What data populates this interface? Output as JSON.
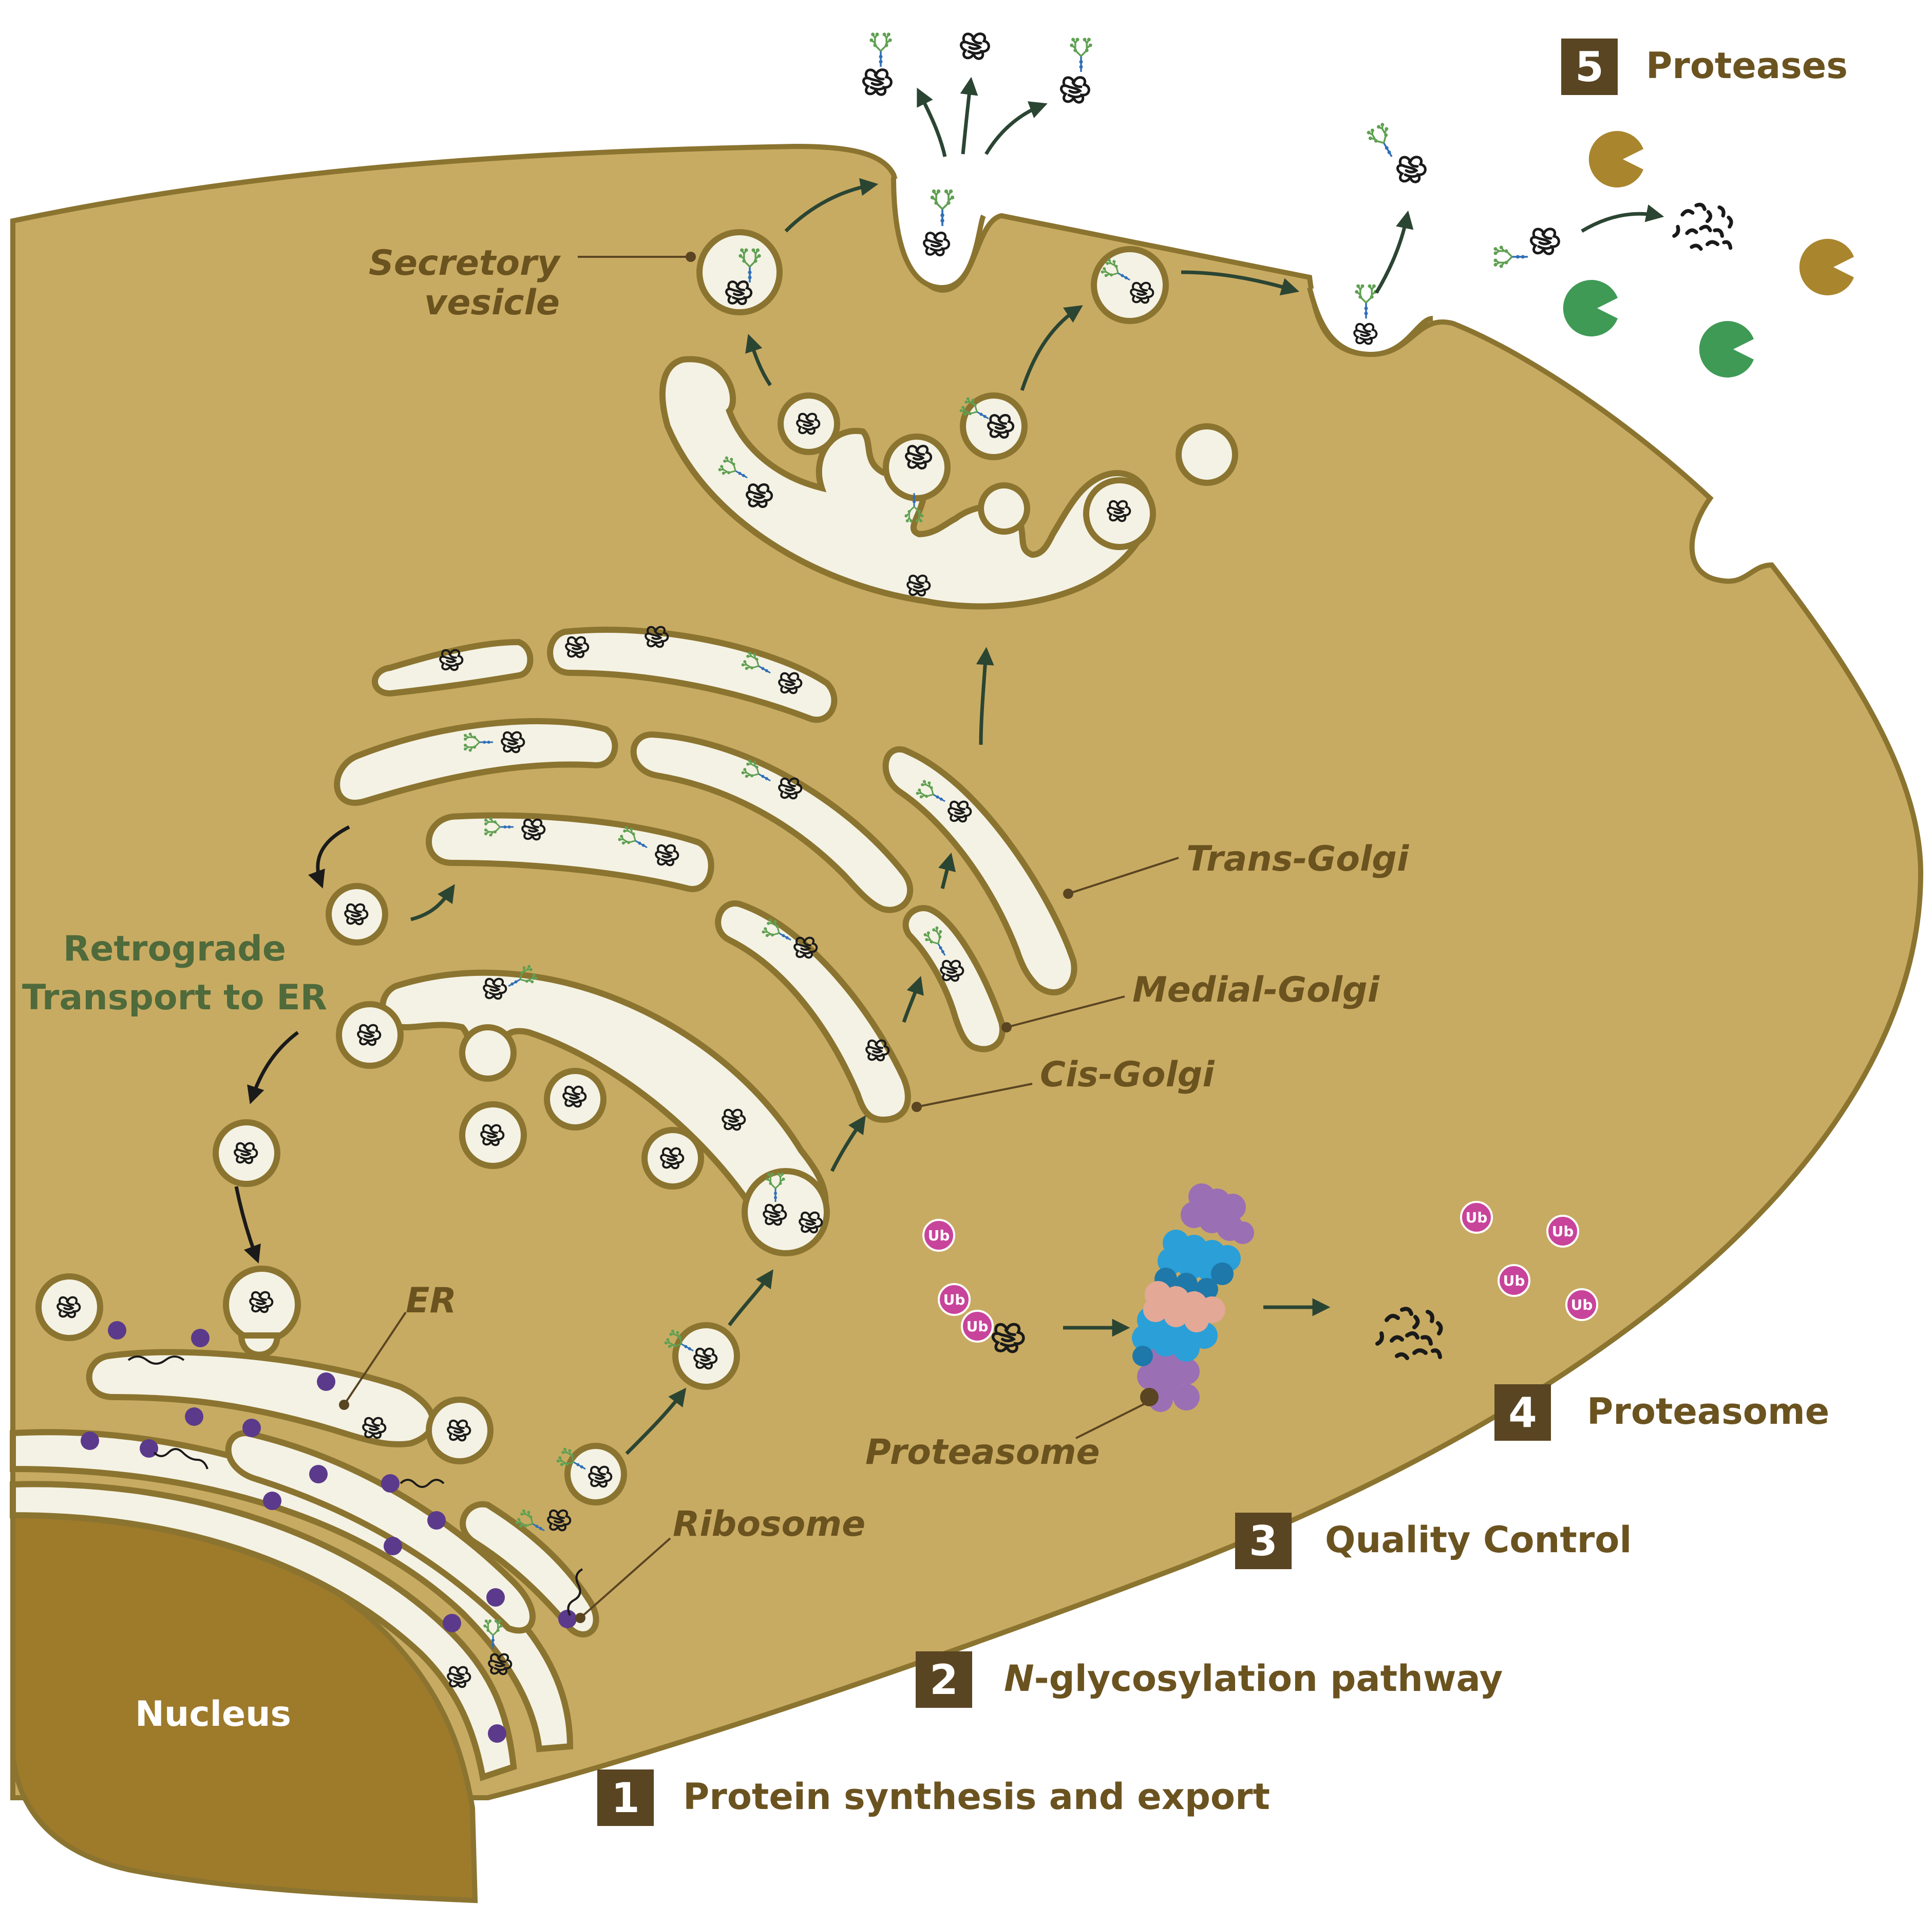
{
  "labels": {
    "secretory_vesicle_line1": "Secretory",
    "secretory_vesicle_line2": "vesicle",
    "trans_golgi": "Trans-Golgi",
    "medial_golgi": "Medial-Golgi",
    "cis_golgi": "Cis-Golgi",
    "retrograde_line1": "Retrograde",
    "retrograde_line2": "Transport to ER",
    "er": "ER",
    "ribosome": "Ribosome",
    "proteasome": "Proteasome",
    "nucleus": "Nucleus",
    "ub": "Ub"
  },
  "steps": [
    {
      "number": "1",
      "label": "Protein synthesis and export"
    },
    {
      "number": "2",
      "label_prefix": "N",
      "label_rest": "-glycosylation pathway"
    },
    {
      "number": "3",
      "label": "Quality Control"
    },
    {
      "number": "4",
      "label": "Proteasome"
    },
    {
      "number": "5",
      "label": "Proteases"
    }
  ],
  "colors": {
    "cytoplasm": "#c8ab62",
    "membrane": "#8b7430",
    "lumen": "#f4f2e4",
    "nucleus": "#9e7a2b",
    "label_brown": "#6b5320",
    "label_green": "#4f6a3b",
    "step_box": "#5a4522",
    "ribosome": "#5b3a8c",
    "ubiquitin": "#c8449a",
    "protease_green": "#3f9a55",
    "protease_gold": "#a9862e",
    "proteasome_purple": "#9b6fb4",
    "proteasome_blue": "#2a9fd8",
    "proteasome_pink": "#e3a896",
    "glycan_green": "#5fa052",
    "glycan_blue": "#2f6fb7"
  }
}
